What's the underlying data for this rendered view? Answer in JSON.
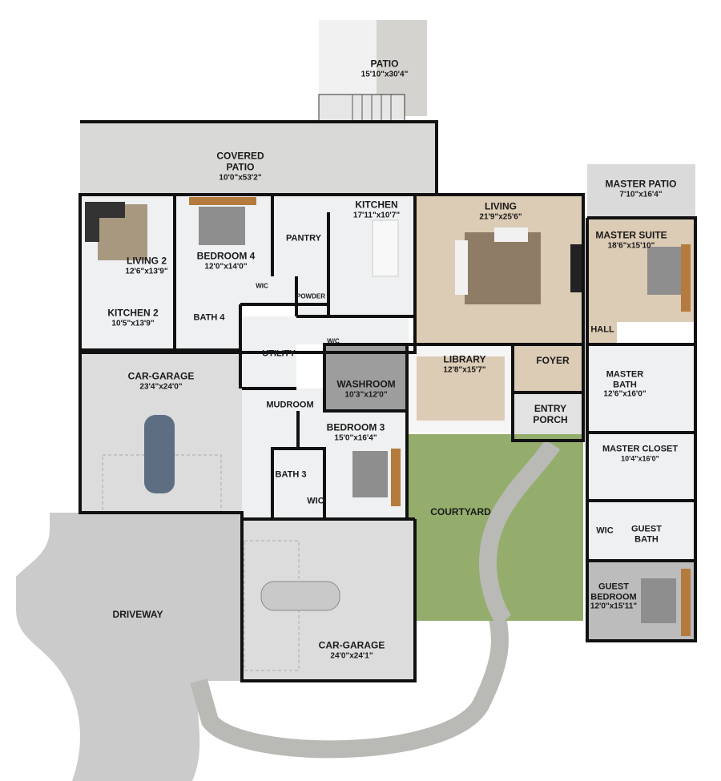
{
  "rooms": {
    "patio": {
      "name": "PATIO",
      "dims": "15'10\"x30'4\""
    },
    "covered_patio": {
      "name": "COVERED\nPATIO",
      "line1": "COVERED",
      "line2": "PATIO",
      "dims": "10'0\"x53'2\""
    },
    "living2": {
      "name": "LIVING 2",
      "dims": "12'6\"x13'9\""
    },
    "kitchen2": {
      "name": "KITCHEN 2",
      "dims": "10'5\"x13'9\""
    },
    "bedroom4": {
      "name": "BEDROOM 4",
      "dims": "12'0\"x14'0\""
    },
    "bath4": {
      "name": "BATH 4"
    },
    "wic_bed4": {
      "name": "WIC"
    },
    "pantry": {
      "name": "PANTRY"
    },
    "kitchen": {
      "name": "KITCHEN",
      "dims": "17'11\"x10'7\""
    },
    "powder": {
      "name": "POWDER"
    },
    "living": {
      "name": "LIVING",
      "dims": "21'9\"x25'6\""
    },
    "master_patio": {
      "name": "MASTER PATIO",
      "dims": "7'10\"x16'4\""
    },
    "master_suite": {
      "name": "MASTER SUITE",
      "dims": "18'6\"x15'10\""
    },
    "hall": {
      "name": "HALL"
    },
    "utility": {
      "name": "UTILITY"
    },
    "wc": {
      "name": "W/C"
    },
    "washroom": {
      "name": "WASHROOM",
      "dims": "10'3\"x12'0\""
    },
    "library": {
      "name": "LIBRARY",
      "dims": "12'8\"x15'7\""
    },
    "foyer": {
      "name": "FOYER"
    },
    "master_bath": {
      "line1": "MASTER",
      "line2": "BATH",
      "dims": "12'6\"x16'0\""
    },
    "car_garage_1": {
      "name": "CAR-GARAGE",
      "dims": "23'4\"x24'0\""
    },
    "mudroom": {
      "name": "MUDROOM"
    },
    "entry_porch": {
      "line1": "ENTRY",
      "line2": "PORCH"
    },
    "bedroom3": {
      "name": "BEDROOM 3",
      "dims": "15'0\"x16'4\""
    },
    "master_closet": {
      "name": "MASTER CLOSET",
      "dims": "10'4\"x16'0\""
    },
    "bath3": {
      "name": "BATH 3"
    },
    "wic_bed3": {
      "name": "WIC"
    },
    "courtyard": {
      "name": "COURTYARD"
    },
    "wic_guest": {
      "name": "WIC"
    },
    "guest_bath": {
      "line1": "GUEST",
      "line2": "BATH"
    },
    "guest_bedroom": {
      "line1": "GUEST",
      "line2": "BEDROOM",
      "dims": "12'0\"x15'11\""
    },
    "driveway": {
      "name": "DRIVEWAY"
    },
    "car_garage_2": {
      "name": "CAR-GARAGE",
      "dims": "24'0\"x24'1\""
    }
  },
  "colors": {
    "wall": "#111111",
    "tile_floor": "#eef0f2",
    "wood_floor": "#dccbb5",
    "patio_paver": "#d4d3cf",
    "concrete": "#dcdcdc",
    "driveway": "#cbcbcb",
    "washroom": "#9d9d9d",
    "guest_bedroom": "#bcbcbc",
    "courtyard_grass": "#94ad6c",
    "walkway": "#b9b9b6"
  }
}
